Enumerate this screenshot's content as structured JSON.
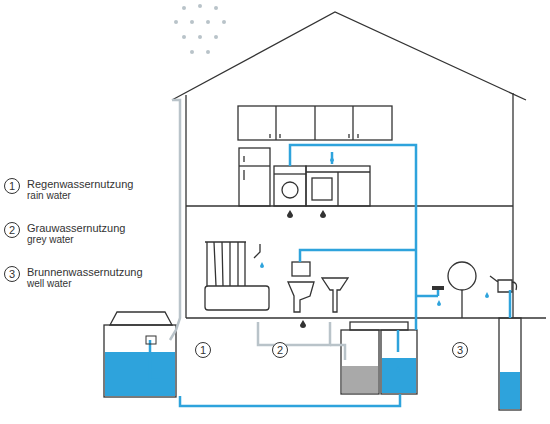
{
  "diagram": {
    "nodes": [
      {
        "text": [
          "1",
          "Regenwassernutzung",
          "rain water"
        ]
      },
      {
        "text": [
          "2",
          "Grauwassernutzung",
          "grey water"
        ]
      },
      {
        "text": [
          "3",
          "Brunnenwassernutzung",
          "well water"
        ]
      },
      {
        "text": [
          "1"
        ]
      },
      {
        "text": [
          "2"
        ]
      },
      {
        "text": [
          "3"
        ]
      }
    ]
  }
}
